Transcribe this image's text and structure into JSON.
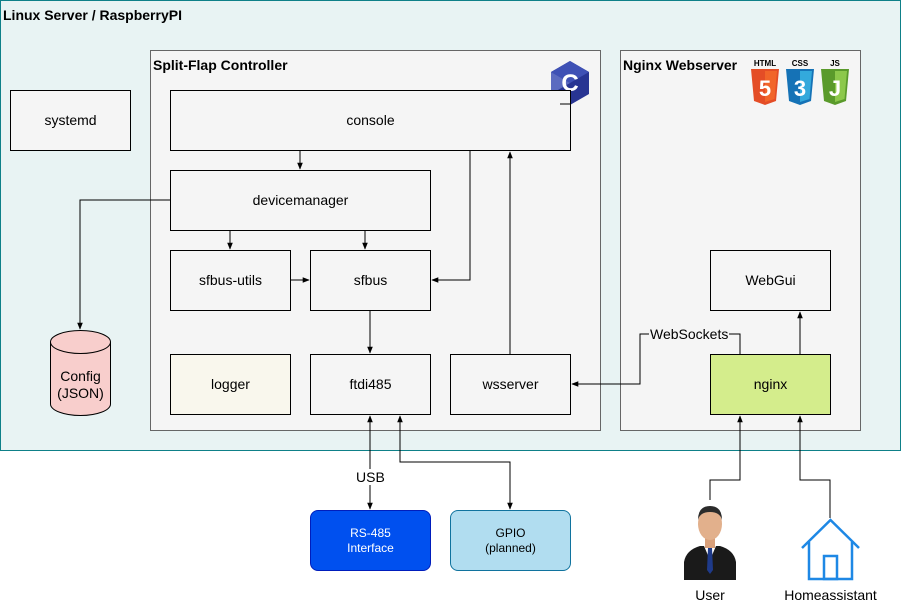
{
  "containers": {
    "server": {
      "title": "Linux Server / RaspberryPI",
      "fill": "#e8f3f3",
      "stroke": "#0e8088"
    },
    "controller": {
      "title": "Split-Flap Controller",
      "badge": "C"
    },
    "webserver": {
      "title": "Nginx Webserver",
      "badges": [
        "HTML",
        "CSS",
        "JS"
      ]
    }
  },
  "nodes": {
    "systemd": "systemd",
    "console": "console",
    "devicemanager": "devicemanager",
    "sfbus_utils": "sfbus-utils",
    "sfbus": "sfbus",
    "logger": "logger",
    "ftdi485": "ftdi485",
    "wsserver": "wsserver",
    "webgui": "WebGui",
    "nginx": "nginx",
    "config": "Config\n(JSON)",
    "rs485": "RS-485\nInterface",
    "gpio": "GPIO\n(planned)"
  },
  "edge_labels": {
    "websockets": "WebSockets",
    "usb": "USB"
  },
  "actors": {
    "user": "User",
    "homeassistant": "Homeassistant"
  },
  "colors": {
    "nginx_fill": "#d4ed8c",
    "logger_fill": "#f9f7ed",
    "config_fill": "#f8cecc",
    "rs485_fill": "#0050ef",
    "gpio_fill": "#b1ddf0",
    "house_stroke": "#1e88e5"
  }
}
